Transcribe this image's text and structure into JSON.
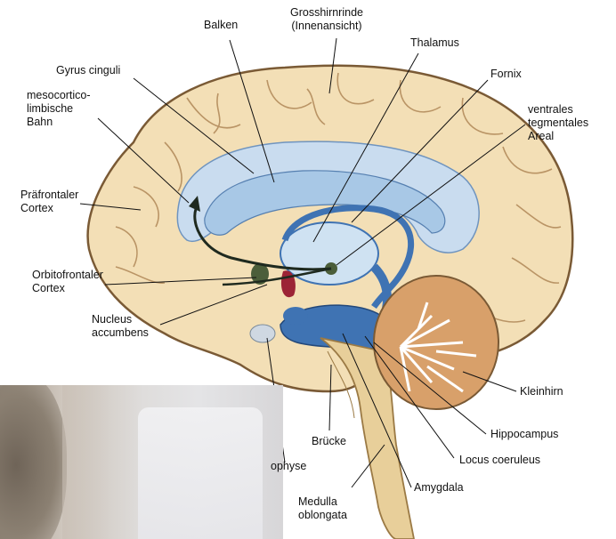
{
  "labels": {
    "balken": "Balken",
    "grosshirnrinde": "Grosshirnrinde\n(Innenansicht)",
    "thalamus": "Thalamus",
    "gyrus_cinguli": "Gyrus cinguli",
    "fornix": "Fornix",
    "mesocorticolimbische_bahn": "mesocortico-\nlimbische\nBahn",
    "ventrales_tegmentales_areal": "ventrales\ntegmentales\nAreal",
    "praefrontaler_cortex": "Präfrontaler\nCortex",
    "orbitofrontaler_cortex": "Orbitofrontaler\nCortex",
    "nucleus_accumbens": "Nucleus\naccumbens",
    "kleinhirn": "Kleinhirn",
    "hippocampus": "Hippocampus",
    "bruecke": "Brücke",
    "locus_coeruleus": "Locus coeruleus",
    "hypophyse": "ophyse",
    "amygdala": "Amygdala",
    "medulla_oblongata": "Medulla\noblongata"
  },
  "colors": {
    "cortex": "#f3dfb6",
    "cortex_outline": "#7a5a35",
    "ventricle": "#b9d3e6",
    "deep_blue": "#3f73b3",
    "brainstem": "#e8cf9a",
    "cerebellum_fill": "#c88a55",
    "pathway": "#1f2a1f",
    "nucleus_red": "#9c2436",
    "nucleus_green": "#4b5e3a"
  }
}
